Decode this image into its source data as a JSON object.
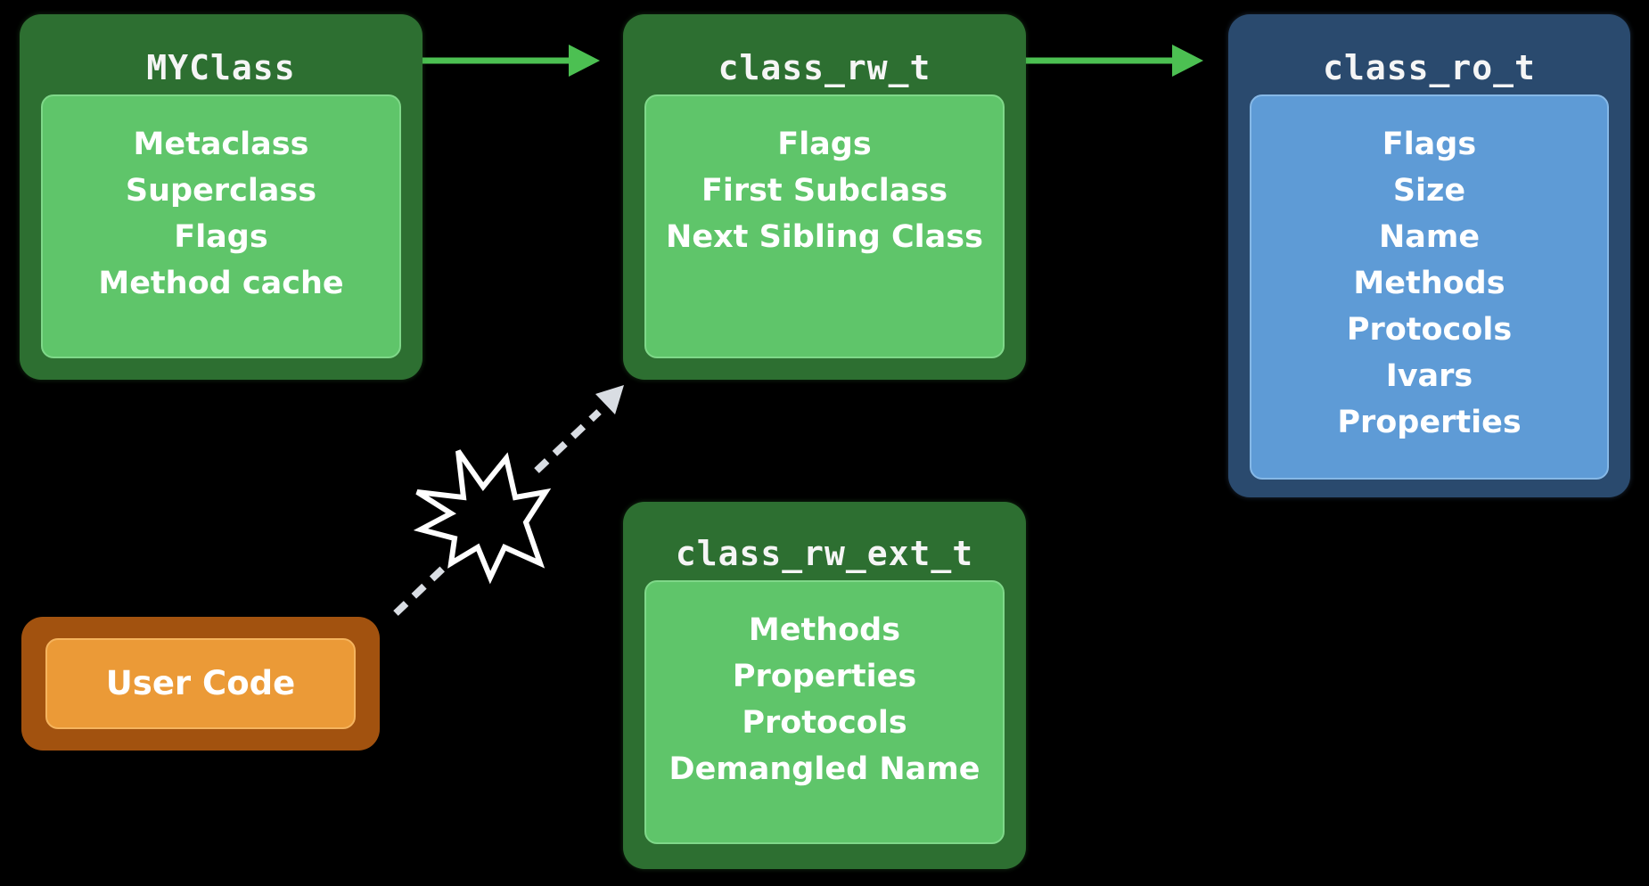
{
  "boxes": {
    "myclass": {
      "title": "MYClass",
      "items": [
        "Metaclass",
        "Superclass",
        "Flags",
        "Method cache"
      ]
    },
    "class_rw_t": {
      "title": "class_rw_t",
      "items": [
        "Flags",
        "First Subclass",
        "Next Sibling Class"
      ]
    },
    "class_ro_t": {
      "title": "class_ro_t",
      "items": [
        "Flags",
        "Size",
        "Name",
        "Methods",
        "Protocols",
        "Ivars",
        "Properties"
      ]
    },
    "class_rw_ext_t": {
      "title": "class_rw_ext_t",
      "items": [
        "Methods",
        "Properties",
        "Protocols",
        "Demangled Name"
      ]
    },
    "user_code": {
      "label": "User Code"
    }
  },
  "colors": {
    "background": "#000000",
    "green_outer": "#2d6f31",
    "green_inner": "#5fc56a",
    "blue_outer": "#2a4a6e",
    "blue_inner": "#5e9bd6",
    "orange_outer": "#a2520f",
    "orange_inner": "#eb9a37",
    "arrow_green": "#4cc052",
    "dashed_arrow": "#d9dde3"
  },
  "icons": [
    "explosion-icon"
  ]
}
